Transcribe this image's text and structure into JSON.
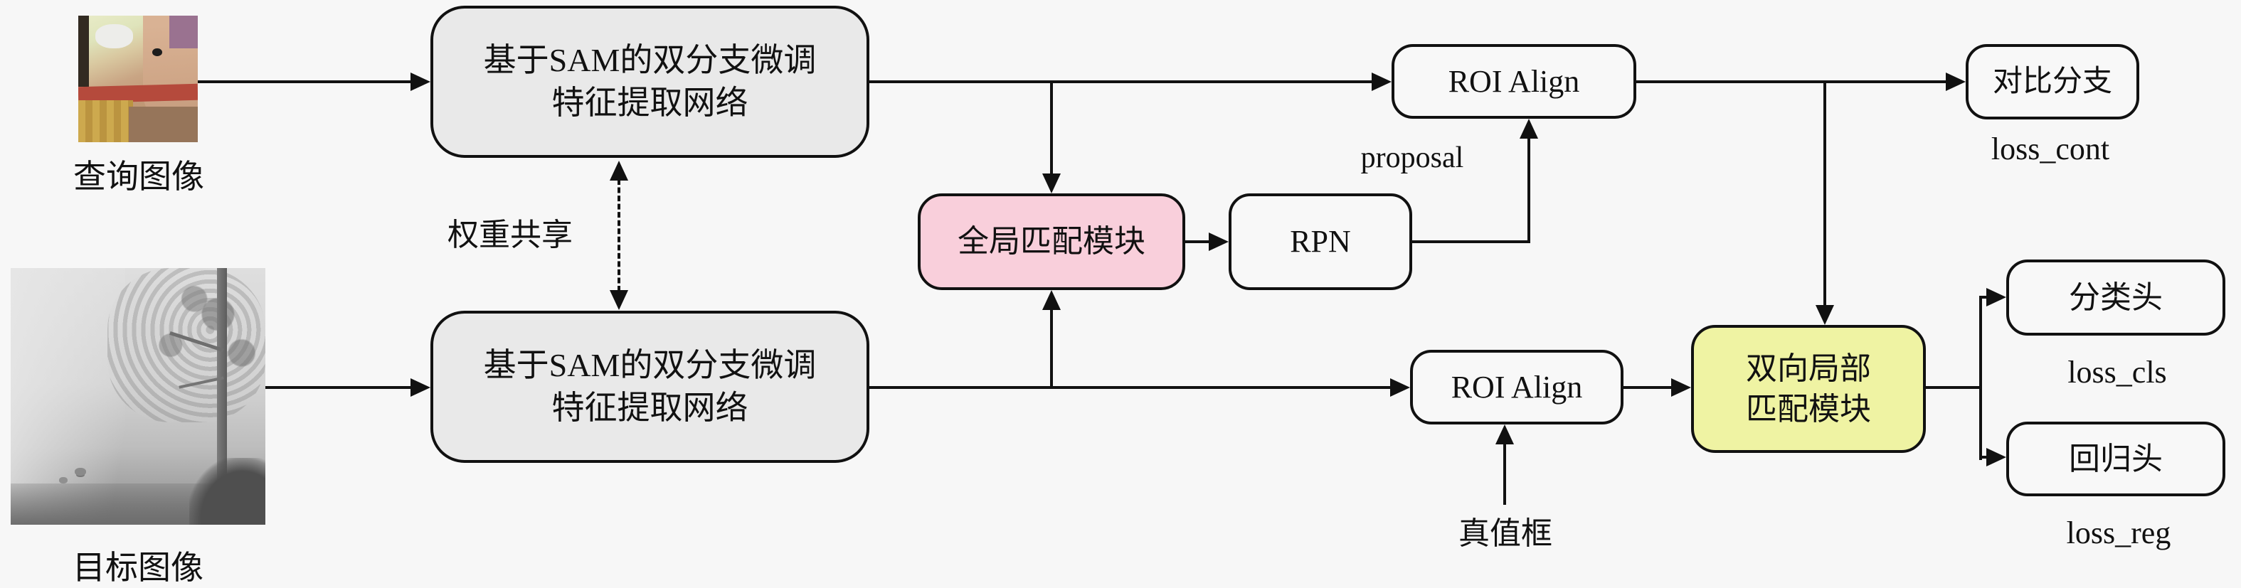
{
  "inputs": {
    "query_label": "查询图像",
    "target_label": "目标图像"
  },
  "nodes": {
    "feature_top": {
      "line1": "基于SAM的双分支微调",
      "line2": "特征提取网络"
    },
    "feature_bottom": {
      "line1": "基于SAM的双分支微调",
      "line2": "特征提取网络"
    },
    "global_match": {
      "label": "全局匹配模块"
    },
    "rpn": {
      "label": "RPN"
    },
    "roi_align_top": {
      "label": "ROI Align"
    },
    "roi_align_bottom": {
      "label": "ROI Align"
    },
    "contrast_branch": {
      "label": "对比分支"
    },
    "bi_local_match": {
      "line1": "双向局部",
      "line2": "匹配模块"
    },
    "cls_head": {
      "label": "分类头"
    },
    "reg_head": {
      "label": "回归头"
    }
  },
  "annotations": {
    "weight_share": "权重共享",
    "proposal": "proposal",
    "gt_box": "真值框",
    "loss_cont": "loss_cont",
    "loss_cls": "loss_cls",
    "loss_reg": "loss_reg"
  },
  "colors": {
    "background": "#f7f7f7",
    "node_gray": "#e9e9e9",
    "node_pink": "#f9cfdb",
    "node_yellow": "#eff3a3",
    "node_white": "#f8f8f8",
    "stroke": "#111111"
  }
}
